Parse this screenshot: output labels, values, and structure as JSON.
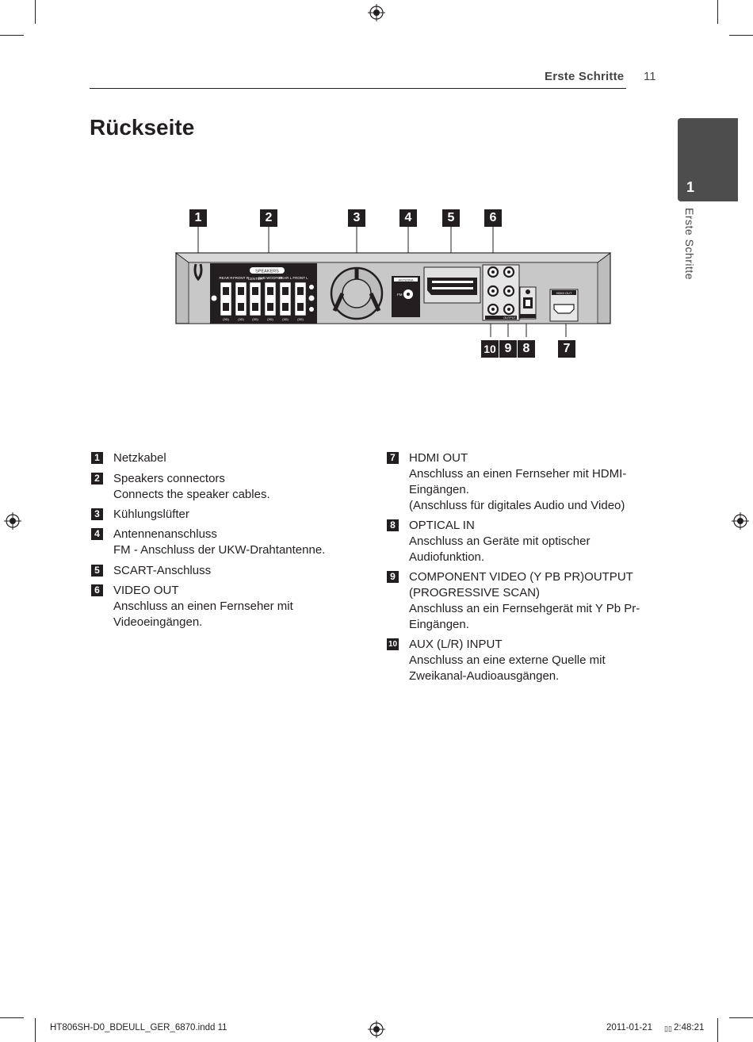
{
  "header": {
    "section_title": "Erste Schritte",
    "page_number": "11"
  },
  "page_title": "Rückseite",
  "chapter_tab": {
    "number": "1",
    "label": "Erste Schritte"
  },
  "diagram": {
    "callouts_top": [
      "1",
      "2",
      "3",
      "4",
      "5",
      "6"
    ],
    "callouts_bottom": [
      "10",
      "9",
      "8",
      "7"
    ],
    "panel_labels": {
      "speakers": "SPEAKERS",
      "rear_r": "REAR R",
      "front_r": "FRONT R",
      "center": "CENTER",
      "subwoofer": "SUB WOOFER",
      "rear_l": "REAR L",
      "front_l": "FRONT L",
      "antenna": "ANTENNA",
      "fm": "FM",
      "hdmi_out": "HDMI OUT",
      "output": "OUTPUT",
      "impedance": "(3Ω)"
    }
  },
  "items_left": [
    {
      "num": "1",
      "lines": [
        "Netzkabel"
      ]
    },
    {
      "num": "2",
      "lines": [
        "Speakers connectors",
        "Connects the speaker cables."
      ]
    },
    {
      "num": "3",
      "lines": [
        "Kühlungslüfter"
      ]
    },
    {
      "num": "4",
      "lines": [
        "Antennenanschluss",
        "FM - Anschluss der UKW-Drahtantenne."
      ]
    },
    {
      "num": "5",
      "lines": [
        "SCART-Anschluss"
      ]
    },
    {
      "num": "6",
      "lines": [
        "VIDEO OUT",
        "Anschluss an einen Fernseher mit",
        "Videoeingängen."
      ]
    }
  ],
  "items_right": [
    {
      "num": "7",
      "lines": [
        "HDMI OUT",
        "Anschluss an einen Fernseher mit HDMI-",
        "Eingängen.",
        "(Anschluss für digitales Audio und Video)"
      ]
    },
    {
      "num": "8",
      "lines": [
        "OPTICAL IN",
        "Anschluss an Geräte mit optischer",
        "Audiofunktion."
      ]
    },
    {
      "num": "9",
      "lines": [
        "COMPONENT VIDEO (Y PB PR)OUTPUT",
        "(PROGRESSIVE SCAN)",
        "Anschluss an ein Fernsehgerät mit Y Pb Pr-",
        "Eingängen."
      ]
    },
    {
      "num": "10",
      "lines": [
        "AUX (L/R) INPUT",
        "Anschluss an eine externe Quelle mit",
        "Zweikanal-Audioausgängen."
      ]
    }
  ],
  "footer": {
    "file": "HT806SH-D0_BDEULL_GER_6870.indd   11",
    "date": "2011-01-21",
    "time": "2:48:21",
    "time_glyph": "▯▯"
  }
}
